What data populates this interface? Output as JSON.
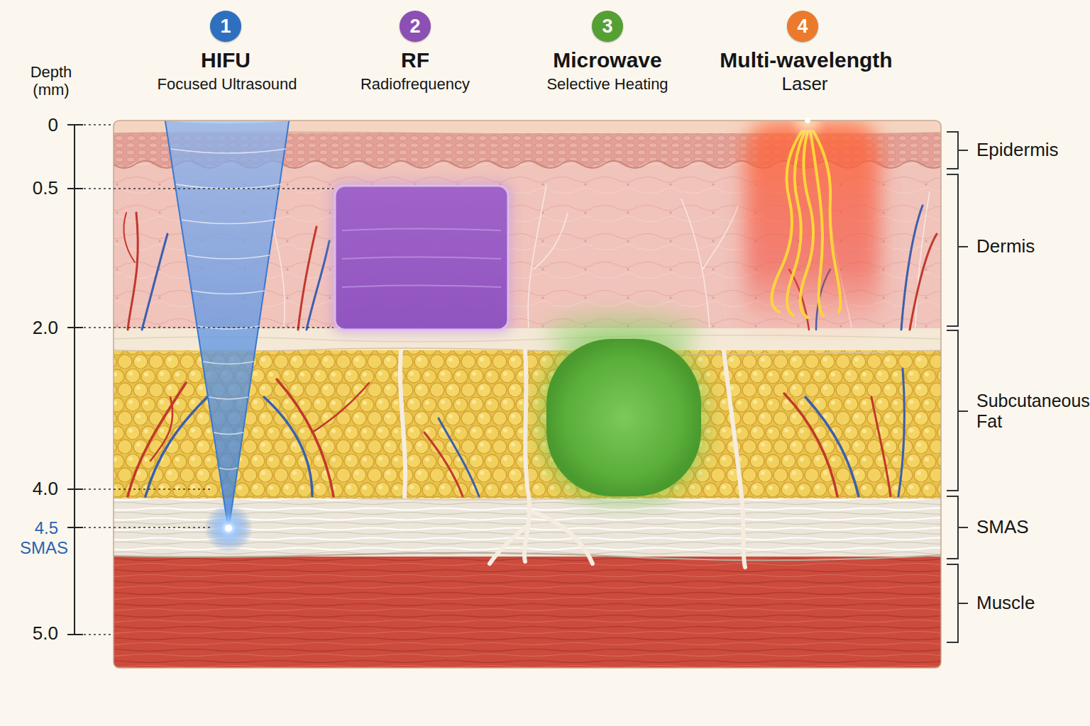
{
  "diagram": {
    "nodes": [
      {
        "text": [
          "1"
        ]
      },
      {
        "text": [
          "2"
        ]
      },
      {
        "text": [
          "3"
        ]
      },
      {
        "text": [
          "4"
        ]
      }
    ],
    "labels": [
      "HIFU",
      "Focused Ultrasound",
      "RF",
      "Radiofrequency",
      "Microwave",
      "Selective Heating",
      "Multi-wavelength",
      "Laser",
      "Depth (mm)",
      "0",
      "0.5",
      "2.0",
      "4.0",
      "4.5",
      "SMAS",
      "5.0",
      "Epidermis",
      "Dermis",
      "Subcutaneous Fat",
      "SMAS",
      "Muscle"
    ]
  }
}
